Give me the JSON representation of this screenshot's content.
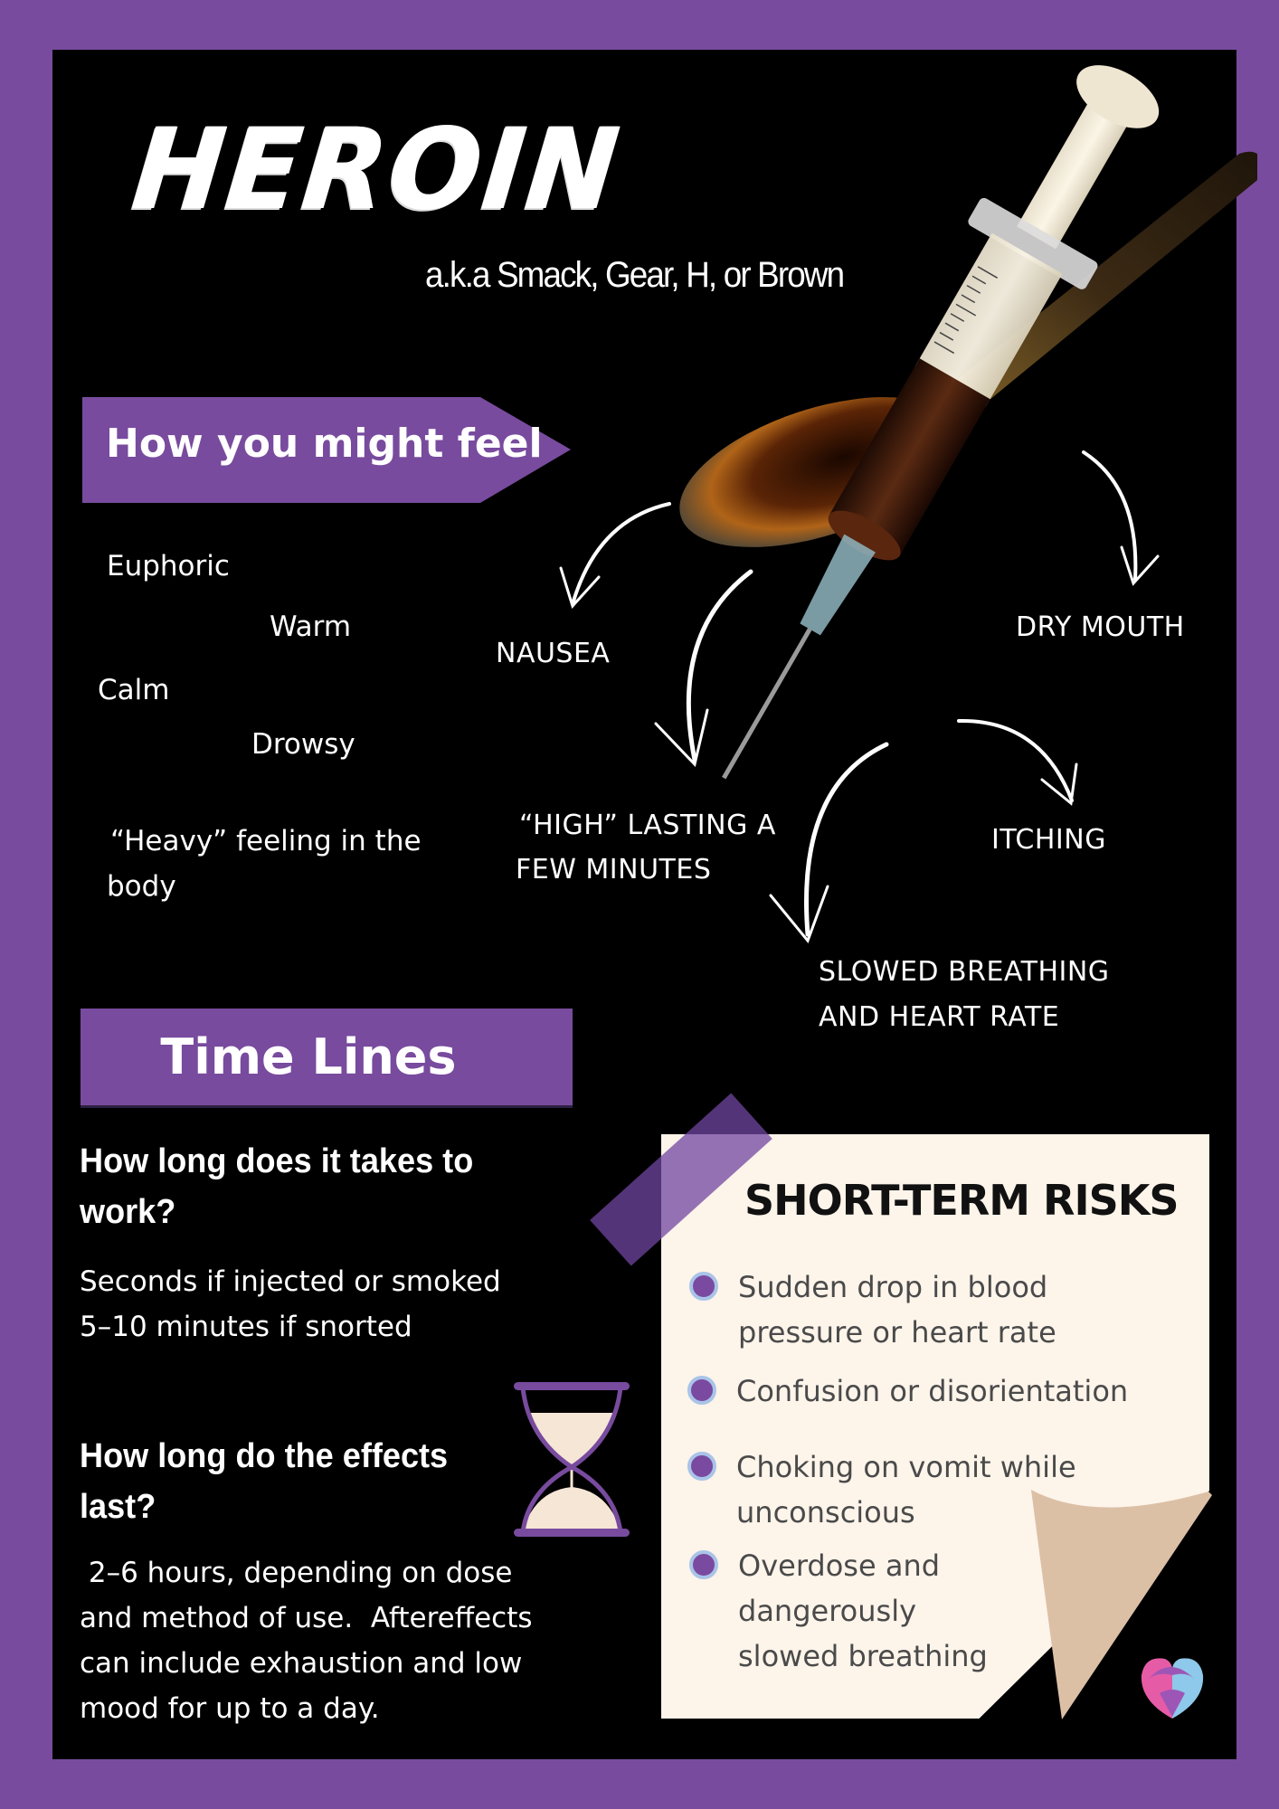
{
  "header": {
    "title": "HEROIN",
    "aka": "a.k.a  Smack, Gear, H, or Brown"
  },
  "feel": {
    "heading": "How you might feel",
    "items": [
      "Euphoric",
      "Warm",
      "Calm",
      "Drowsy",
      "“Heavy” feeling in the",
      "body"
    ]
  },
  "effects": {
    "nausea": "NAUSEA",
    "high_line1": "“HIGH” LASTING A",
    "high_line2": "FEW MINUTES",
    "dry_mouth": "DRY MOUTH",
    "itching": "ITCHING",
    "slowed_line1": "SLOWED BREATHING",
    "slowed_line2": "AND HEART RATE"
  },
  "timelines": {
    "heading": "Time Lines",
    "q1_line1": "How long does it takes to",
    "q1_line2": "work?",
    "a1_line1": "Seconds if injected or smoked",
    "a1_line2": "5–10 minutes if snorted",
    "q2_line1": "How long do the effects",
    "q2_line2": "last?",
    "a2_line1": " 2–6 hours, depending on dose",
    "a2_line2": "and method of use.  Aftereffects",
    "a2_line3": "can include exhaustion and low",
    "a2_line4": "mood for up to a day."
  },
  "risks": {
    "heading": "SHORT-TERM RISKS",
    "items": [
      {
        "line1": "Sudden drop in blood",
        "line2": "pressure or heart rate"
      },
      {
        "line1": "Confusion or disorientation"
      },
      {
        "line1": "Choking on vomit while",
        "line2": "unconscious"
      },
      {
        "line1": "Overdose and",
        "line2": "dangerously",
        "line3": "slowed breathing"
      }
    ]
  },
  "icons": {
    "hourglass": "hourglass-icon",
    "logo": "heart-hands-logo",
    "photo": "syringe-and-spoon-photo"
  },
  "colors": {
    "border_purple": "#784b9e",
    "panel_black": "#000000",
    "card_cream": "#fdf4ea",
    "curl_tan": "#dcc0a6",
    "bullet_purple": "#7a4aa0",
    "bullet_ring": "#a9c4e8",
    "sand": "#f6e6d6"
  }
}
